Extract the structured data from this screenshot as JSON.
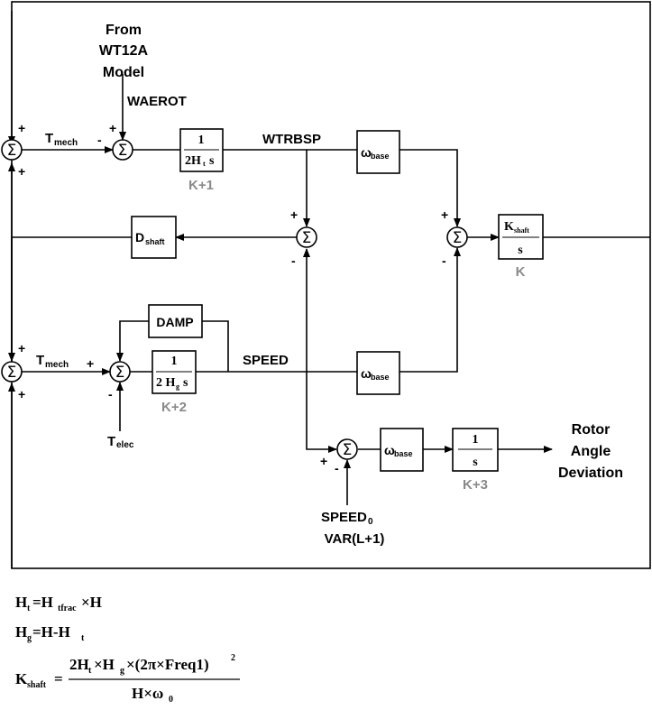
{
  "sources": {
    "wt12a_line1": "From",
    "wt12a_line2": "WT12A",
    "wt12a_line3": "Model",
    "waerot": "WAEROT",
    "t_elec_main": "T",
    "t_elec_sub": "elec",
    "speed0_main": "SPEED",
    "speed0_sub": "0",
    "speed0_var": "VAR(L+1)"
  },
  "signals": {
    "tmech_main": "T",
    "tmech_sub": "mech",
    "wtrbsp": "WTRBSP",
    "speed": "SPEED",
    "output_line1": "Rotor",
    "output_line2": "Angle",
    "output_line3": "Deviation"
  },
  "blocks": {
    "turbine_num": "1",
    "turbine_den": "2H",
    "turbine_den_sub": "t",
    "turbine_den_s": "s",
    "turbine_state": "K+1",
    "omega_top_main": "ω",
    "omega_top_sub": "base",
    "dshaft_main": "D",
    "dshaft_sub": "shaft",
    "kshaft_num": "K",
    "kshaft_num_sub": "shaft",
    "kshaft_den": "s",
    "kshaft_state": "K",
    "damp": "DAMP",
    "gen_num": "1",
    "gen_den": "2 H",
    "gen_den_sub": "g",
    "gen_den_s": "s",
    "gen_state": "K+2",
    "omega_mid_main": "ω",
    "omega_mid_sub": "base",
    "omega_bot_main": "ω",
    "omega_bot_sub": "base",
    "int_num": "1",
    "int_den": "s",
    "int_state": "K+3"
  },
  "summers": {
    "symbol": "Σ",
    "plus": "+",
    "minus": "-"
  },
  "equations": {
    "ht_lhs": "H",
    "ht_lhs_sub": "t",
    "ht_rhs1": "=H",
    "ht_rhs1_sub": "tfrac",
    "ht_rhs2": "×H",
    "hg_lhs": "H",
    "hg_lhs_sub": "g",
    "hg_rhs": "=H-H",
    "hg_rhs_sub": "t",
    "k_lhs": "K",
    "k_lhs_sub": "shaft",
    "k_eq": "=",
    "k_num_a": "2H",
    "k_num_a_sub": "t",
    "k_num_b": "×H",
    "k_num_b_sub": "g",
    "k_num_c": "×(2π×Freq1)",
    "k_num_exp": "2",
    "k_den_a": "H×ω",
    "k_den_sub": "0"
  }
}
